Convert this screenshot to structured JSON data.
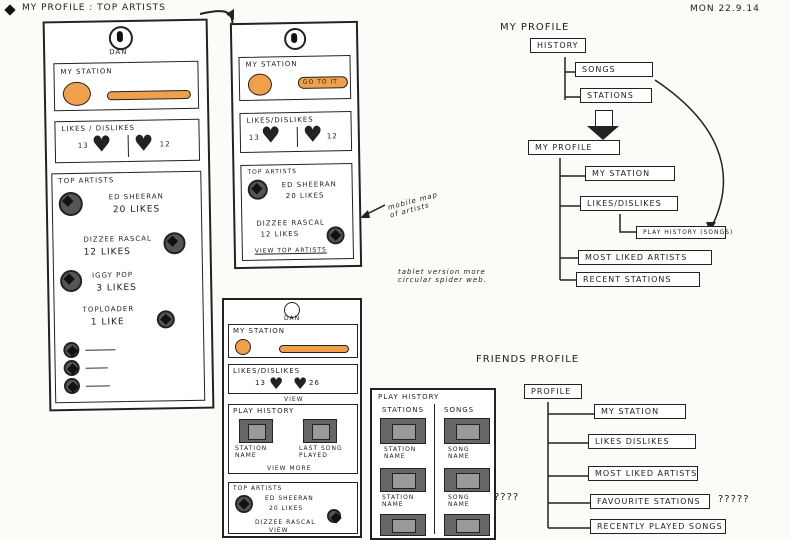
{
  "header": {
    "title": "MY PROFILE : TOP ARTISTS",
    "date": "MON 22.9.14"
  },
  "mobile_a": {
    "username": "DAN",
    "my_station": "MY STATION",
    "likes_dislikes": "LIKES / DISLIKES",
    "likes_count": "13",
    "dislikes_count": "12",
    "top_artists": "TOP ARTISTS",
    "artists": [
      {
        "name": "ED SHEERAN",
        "likes": "20 LIKES"
      },
      {
        "name": "DIZZEE RASCAL",
        "likes": "12 LIKES"
      },
      {
        "name": "IGGY POP",
        "likes": "3 LIKES"
      },
      {
        "name": "TOPLOADER",
        "likes": "1 LIKE"
      }
    ]
  },
  "mobile_b": {
    "my_station": "MY STATION",
    "go_to_it": "GO TO IT",
    "likes_dislikes": "LIKES/DISLIKES",
    "likes_count": "13",
    "dislikes_count": "12",
    "top_artists": "TOP ARTISTS",
    "artist1_name": "ED SHEERAN",
    "artist1_likes": "20 LIKES",
    "artist2_name": "DIZZEE RASCAL",
    "artist2_likes": "12 LIKES",
    "view_top_artists": "VIEW TOP ARTISTS"
  },
  "notes": {
    "mobile_map": "mobile map of artists",
    "tablet": "tablet version more circular spider web.",
    "questions_1": "????",
    "questions_2": "?????"
  },
  "tablet": {
    "username": "DAN",
    "my_station": "MY STATION",
    "likes_dislikes": "LIKES/DISLIKES",
    "likes_count": "13",
    "dislikes_count": "26",
    "view": "VIEW",
    "play_history": "PLAY HISTORY",
    "station_name": "STATION NAME",
    "last_song_played": "LAST SONG PLAYED",
    "view_more": "VIEW MORE",
    "top_artists": "TOP ARTISTS",
    "artist1_name": "ED SHEERAN",
    "artist1_likes": "20 LIKES",
    "artist2_name": "DIZZEE RASCAL",
    "view_bottom": "VIEW"
  },
  "play_history_panel": {
    "title": "PLAY HISTORY",
    "tabs": [
      "STATIONS",
      "SONGS"
    ],
    "station_name": "STATION NAME",
    "song_name": "SONG NAME",
    "station_name_2": "STATION NAME",
    "song_name_2": "SONG NAME"
  },
  "sitemap_my_profile": {
    "title": "MY PROFILE",
    "history": "HISTORY",
    "songs": "SONGS",
    "stations": "STATIONS",
    "my_profile": "MY PROFILE",
    "my_station": "MY STATION",
    "likes_dislikes": "LIKES/DISLIKES",
    "play_history": "PLAY HISTORY (SONGS)",
    "most_liked_artists": "MOST LIKED ARTISTS",
    "recent_stations": "RECENT STATIONS"
  },
  "sitemap_friends": {
    "title": "FRIENDS PROFILE",
    "profile": "PROFILE",
    "my_station": "MY STATION",
    "likes_dislikes": "LIKES DISLIKES",
    "most_liked_artists": "MOST LIKED ARTISTS",
    "favourite_stations": "FAVOURITE STATIONS",
    "recently_played": "RECENTLY PLAYED SONGS"
  },
  "colors": {
    "accent": "#f0a04a",
    "ink": "#222222"
  }
}
